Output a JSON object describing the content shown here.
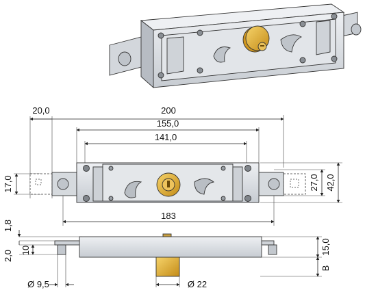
{
  "drawing": {
    "colors": {
      "plate": "#d9dde2",
      "plate_dark": "#aeb4bb",
      "brass": "#e3ab2c",
      "brass_dark": "#b07c12",
      "screw": "#7d8288",
      "stroke": "#333333"
    },
    "top_dims": {
      "overall": "200",
      "left_ext": "20,0",
      "mid": "155,0",
      "inner": "141,0",
      "bottom": "183"
    },
    "side_dims": {
      "left_height": "17,0",
      "right_inner": "27,0",
      "right_outer": "42,0"
    },
    "side_view_dims": {
      "top": "1,8",
      "lower_left": "2,0",
      "ten": "10",
      "right": "15,0",
      "b": "B",
      "pin_dia": "Ø 9,5",
      "cyl_dia": "Ø 22"
    }
  }
}
